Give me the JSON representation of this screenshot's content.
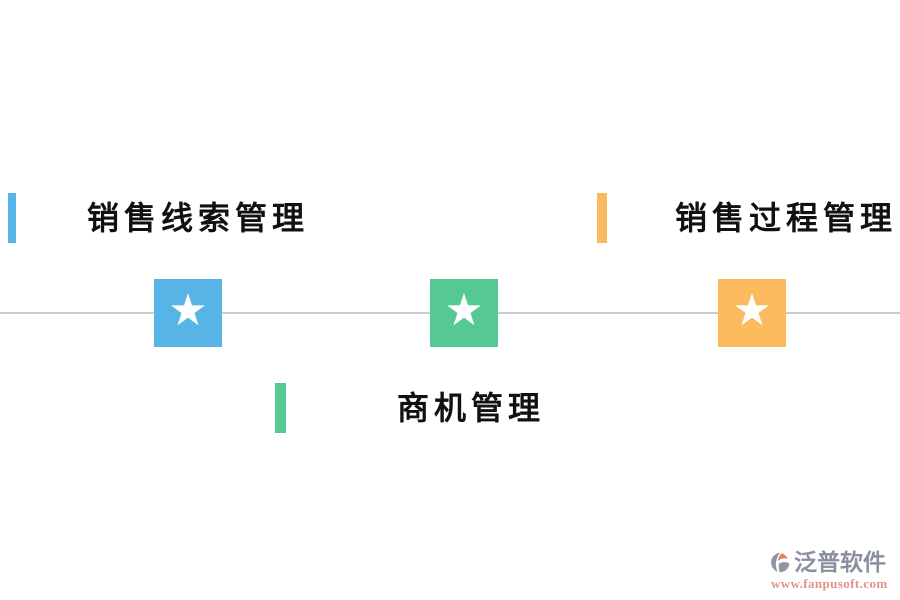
{
  "diagram": {
    "line_color": "#cccccc",
    "labels": [
      {
        "text": "销售线索管理",
        "color": "#56b5e6"
      },
      {
        "text": "销售过程管理",
        "color": "#fcba5e"
      },
      {
        "text": "商机管理",
        "color": "#56c892"
      }
    ],
    "nodes": [
      {
        "star_glyph": "★",
        "color": "#56b5e6"
      },
      {
        "star_glyph": "★",
        "color": "#56c892"
      },
      {
        "star_glyph": "★",
        "color": "#fcba5e"
      }
    ]
  },
  "watermark": {
    "brand": "泛普软件",
    "url": "www.fanpusoft.com",
    "brand_color": "#8a90a0",
    "url_color": "#e2928b",
    "logo_gray": "#8d94a6",
    "logo_orange": "#e08155"
  }
}
